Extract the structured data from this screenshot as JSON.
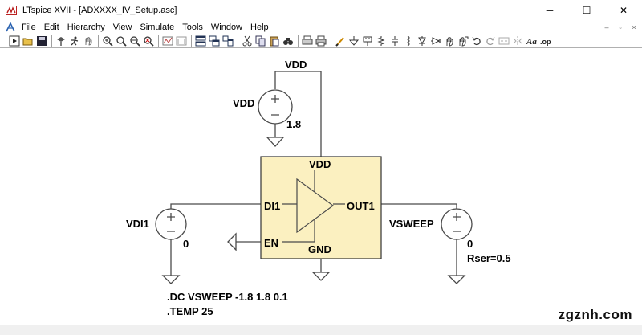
{
  "window": {
    "title": "LTspice XVII - [ADXXXX_IV_Setup.asc]",
    "minimize": "─",
    "maximize": "☐",
    "close": "✕"
  },
  "menu": {
    "items": [
      "File",
      "Edit",
      "Hierarchy",
      "View",
      "Simulate",
      "Tools",
      "Window",
      "Help"
    ],
    "mdi_minimize": "‒",
    "mdi_restore": "▫",
    "mdi_close": "×"
  },
  "toolbar": {
    "icons": [
      "run-icon",
      "open-icon",
      "save-icon",
      "control-panel-icon",
      "run-man-icon",
      "halt-icon",
      "zoom-in-icon",
      "pan-icon",
      "zoom-out-icon",
      "zoom-fit-icon",
      "autorange-icon",
      "autorange-y-icon",
      "tile-horizontal-icon",
      "cascade-icon",
      "tile-windows-icon",
      "cut-icon",
      "copy-icon",
      "paste-icon",
      "find-icon",
      "print-setup-icon",
      "print-icon",
      "draw-wire-icon",
      "ground-icon",
      "label-net-icon",
      "resistor-icon",
      "capacitor-icon",
      "inductor-icon",
      "diode-icon",
      "component-icon",
      "move-icon",
      "drag-icon",
      "undo-icon",
      "redo-icon",
      "rotate-icon",
      "mirror-icon",
      "text-icon",
      "spice-directive-icon"
    ]
  },
  "schematic": {
    "labels": {
      "vdd_net": "VDD",
      "vdd_source_name": "VDD",
      "vdd_source_value": "1.8",
      "block_vdd": "VDD",
      "block_di1": "DI1",
      "block_out1": "OUT1",
      "block_en": "EN",
      "block_gnd": "GND",
      "vdi1_name": "VDI1",
      "vdi1_value": "0",
      "vsweep_name": "VSWEEP",
      "vsweep_value": "0",
      "vsweep_rser": "Rser=0.5"
    },
    "directives": [
      ".DC VSWEEP -1.8 1.8 0.1",
      ".TEMP 25"
    ],
    "colors": {
      "wire": "#4a4a4a",
      "block_fill": "#fbf0c0",
      "block_stroke": "#333333",
      "source_fill": "#ffffff"
    }
  },
  "watermark": "zgznh.com"
}
